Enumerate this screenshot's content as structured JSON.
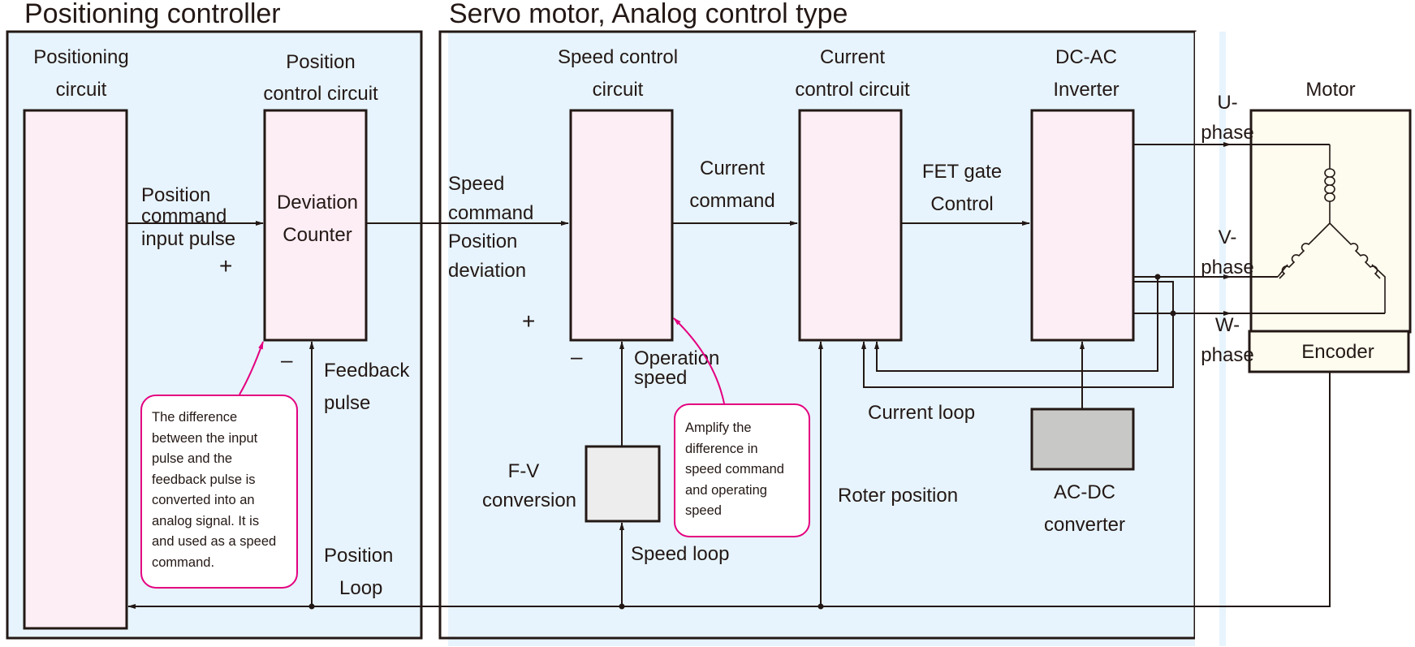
{
  "colors": {
    "panel_fill": "#e7f4fd",
    "block_fill": "#fdedf4",
    "gray_block_fill": "#ededed",
    "dark_gray_block_fill": "#c8c9c7",
    "motor_fill": "#fefcee",
    "callout_stroke": "#e4007f",
    "line": "#231815"
  },
  "sections": {
    "controller_title": "Positioning controller",
    "servo_title": "Servo motor, Analog control type"
  },
  "blocks": {
    "positioning_circuit": [
      "Positioning",
      "circuit"
    ],
    "position_control_circuit": [
      "Position",
      "control circuit"
    ],
    "deviation_counter": [
      "Deviation",
      "Counter"
    ],
    "speed_control_circuit": [
      "Speed control",
      "circuit"
    ],
    "current_control_circuit": [
      "Current",
      "control circuit"
    ],
    "dc_ac_inverter": [
      "DC-AC",
      "Inverter"
    ],
    "motor": "Motor",
    "encoder": "Encoder",
    "fv_conversion": [
      "F-V",
      "conversion"
    ],
    "ac_dc_converter": [
      "AC-DC",
      "converter"
    ]
  },
  "signals": {
    "position_command_input_pulse": [
      "Position",
      "command",
      "input pulse"
    ],
    "speed_command_position_deviation": [
      "Speed",
      "command",
      "Position",
      "deviation"
    ],
    "current_command": [
      "Current",
      "command"
    ],
    "fet_gate_control": [
      "FET gate",
      "Control"
    ],
    "feedback_pulse": [
      "Feedback",
      "pulse"
    ],
    "position_loop": [
      "Position",
      "Loop"
    ],
    "operation_speed": [
      "Operation",
      "speed"
    ],
    "speed_loop": "Speed loop",
    "current_loop": "Current loop",
    "roter_position": "Roter position",
    "u_phase": [
      "U-",
      "phase"
    ],
    "v_phase": [
      "V-",
      "phase"
    ],
    "w_phase": [
      "W-",
      "phase"
    ],
    "plus": "+",
    "minus": "–"
  },
  "callouts": {
    "deviation_note": "The difference\nbetween the input\npulse and the\nfeedback pulse is\nconverted into an\nanalog signal. It is\nand used as a speed\ncommand.",
    "speed_note": "Amplify the\ndifference in\nspeed command\nand operating\nspeed"
  }
}
